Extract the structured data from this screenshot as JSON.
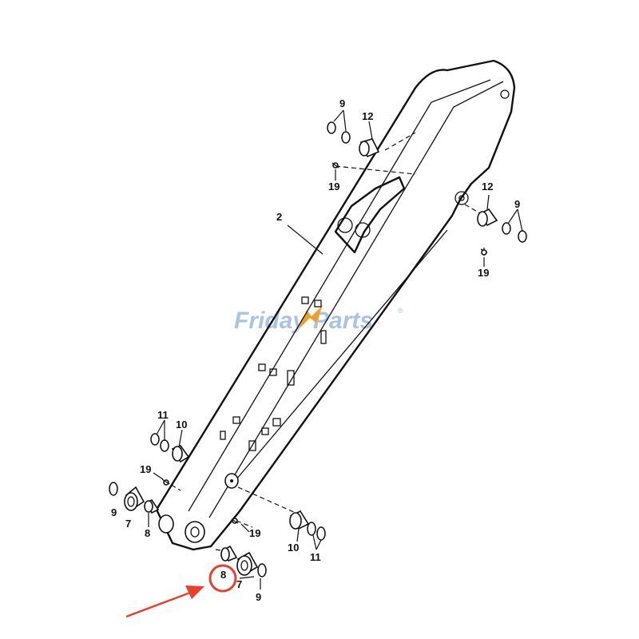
{
  "diagram": {
    "watermark": {
      "text_a": "Friday",
      "text_b": "Parts",
      "reg": "®"
    },
    "callouts": [
      {
        "id": "c2",
        "text": "2"
      },
      {
        "id": "c9-tl",
        "text": "9"
      },
      {
        "id": "c12-tl",
        "text": "12"
      },
      {
        "id": "c19-tl",
        "text": "19"
      },
      {
        "id": "c12-r",
        "text": "12"
      },
      {
        "id": "c9-r",
        "text": "9"
      },
      {
        "id": "c19-r",
        "text": "19"
      },
      {
        "id": "c11-ml",
        "text": "11"
      },
      {
        "id": "c10-ml",
        "text": "10"
      },
      {
        "id": "c19-ml",
        "text": "19"
      },
      {
        "id": "c9-bl",
        "text": "9"
      },
      {
        "id": "c7-bl",
        "text": "7"
      },
      {
        "id": "c8-bl",
        "text": "8"
      },
      {
        "id": "c19-bm",
        "text": "19"
      },
      {
        "id": "c10-br",
        "text": "10"
      },
      {
        "id": "c11-br",
        "text": "11"
      },
      {
        "id": "c8-hl",
        "text": "8"
      },
      {
        "id": "c7-b",
        "text": "7"
      },
      {
        "id": "c9-b",
        "text": "9"
      }
    ],
    "highlight": {
      "color": "#e8402a"
    }
  }
}
